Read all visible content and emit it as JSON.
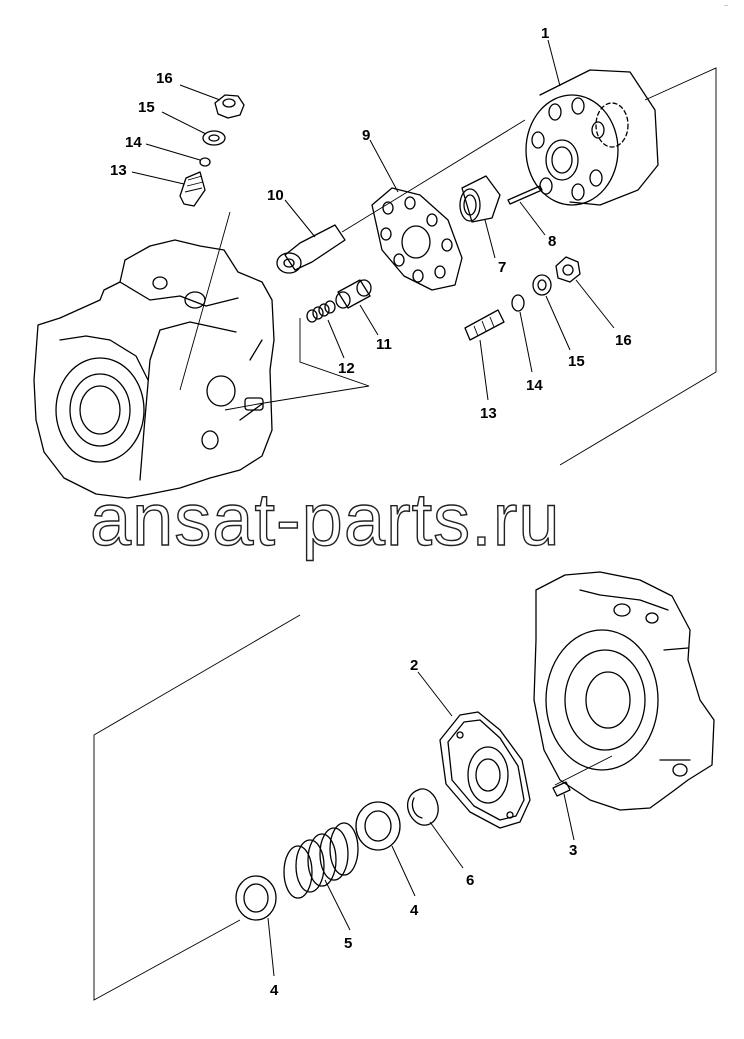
{
  "watermark": "ansat-parts.ru",
  "corner_mark": "~",
  "callouts": [
    {
      "id": "c1",
      "text": "1"
    },
    {
      "id": "c2",
      "text": "2"
    },
    {
      "id": "c3",
      "text": "3"
    },
    {
      "id": "c4a",
      "text": "4"
    },
    {
      "id": "c4b",
      "text": "4"
    },
    {
      "id": "c5",
      "text": "5"
    },
    {
      "id": "c6",
      "text": "6"
    },
    {
      "id": "c7",
      "text": "7"
    },
    {
      "id": "c8",
      "text": "8"
    },
    {
      "id": "c9",
      "text": "9"
    },
    {
      "id": "c10",
      "text": "10"
    },
    {
      "id": "c11",
      "text": "11"
    },
    {
      "id": "c12",
      "text": "12"
    },
    {
      "id": "c13a",
      "text": "13"
    },
    {
      "id": "c13b",
      "text": "13"
    },
    {
      "id": "c14a",
      "text": "14"
    },
    {
      "id": "c14b",
      "text": "14"
    },
    {
      "id": "c15a",
      "text": "15"
    },
    {
      "id": "c15b",
      "text": "15"
    },
    {
      "id": "c16a",
      "text": "16"
    },
    {
      "id": "c16b",
      "text": "16"
    }
  ]
}
